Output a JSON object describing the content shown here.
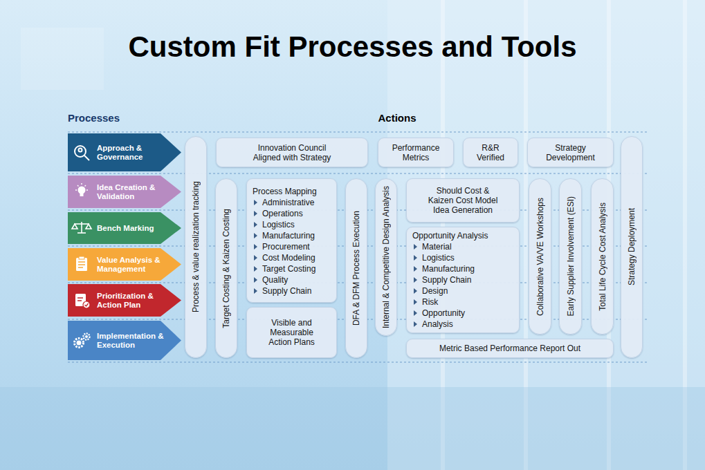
{
  "diagram": {
    "title": "Custom Fit Processes and Tools",
    "nodes": [
      {
        "text": [
          "Approach & Governance"
        ]
      },
      {
        "text": [
          "Idea Creation & Validation"
        ]
      },
      {
        "text": [
          "Bench Marking"
        ]
      },
      {
        "text": [
          "Value Analysis & Management"
        ]
      },
      {
        "text": [
          "Prioritization & Action Plan"
        ]
      },
      {
        "text": [
          "Implementation & Execution"
        ]
      },
      {
        "text": [
          "Process & value realization tracking"
        ]
      },
      {
        "text": [
          "Innovation Council Aligned with Strategy"
        ]
      },
      {
        "text": [
          "Performance Metrics"
        ]
      },
      {
        "text": [
          "R&R Verified"
        ]
      },
      {
        "text": [
          "Strategy Development"
        ]
      },
      {
        "text": [
          "Strategy Deployment"
        ]
      },
      {
        "text": [
          "Target Costing & Kaizen Costing"
        ]
      },
      {
        "text": [
          "Process Mapping",
          "Administrative",
          "Operations",
          "Logistics",
          "Manufacturing",
          "Procurement",
          "Cost Modeling",
          "Target Costing",
          "Quality",
          "Supply Chain"
        ]
      },
      {
        "text": [
          "Visible and Measurable Action Plans"
        ]
      },
      {
        "text": [
          "DFA & DFM Process Execution"
        ]
      },
      {
        "text": [
          "Internal & Competitive Design Analysis"
        ]
      },
      {
        "text": [
          "Should Cost & Kaizen Cost Model Idea Generation"
        ]
      },
      {
        "text": [
          "Opportunity Analysis",
          "Material",
          "Logistics",
          "Manufacturing",
          "Supply Chain",
          "Design",
          "Risk",
          "Opportunity",
          "Analysis"
        ]
      },
      {
        "text": [
          "Collaborative VA/VE Workshops"
        ]
      },
      {
        "text": [
          "Early Supplier Involvement (ESI)"
        ]
      },
      {
        "text": [
          "Total Life Cycle Cost Analysis"
        ]
      },
      {
        "text": [
          "Metric Based Performance Report Out"
        ]
      }
    ],
    "labels": [
      "Processes",
      "Actions"
    ]
  }
}
